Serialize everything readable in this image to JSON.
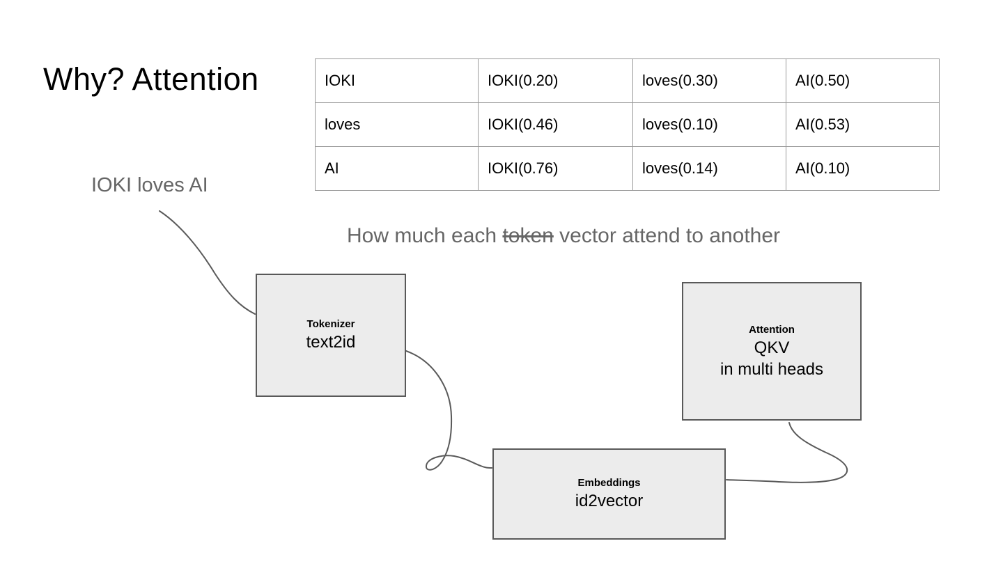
{
  "colors": {
    "background": "#ffffff",
    "text": "#000000",
    "muted_text": "#666666",
    "box_fill": "#ececec",
    "box_border": "#595959",
    "connector": "#595959",
    "table_border": "#999999"
  },
  "slide": {
    "title": "Why? Attention",
    "input_sentence": "IOKI loves AI",
    "subtitle": {
      "part1": "How much each ",
      "struck": "token",
      "part2": " vector attend to another"
    }
  },
  "attention_table": {
    "rows": [
      [
        "IOKI",
        "IOKI(0.20)",
        "loves(0.30)",
        "AI(0.50)"
      ],
      [
        "loves",
        "IOKI(0.46)",
        "loves(0.10)",
        "AI(0.53)"
      ],
      [
        "AI",
        "IOKI(0.76)",
        "loves(0.14)",
        "AI(0.10)"
      ]
    ]
  },
  "diagram": {
    "tokenizer": {
      "label": "Tokenizer",
      "value": "text2id"
    },
    "embeddings": {
      "label": "Embeddings",
      "value": "id2vector"
    },
    "attention": {
      "label": "Attention",
      "value": "QKV",
      "value2": "in multi heads"
    }
  }
}
